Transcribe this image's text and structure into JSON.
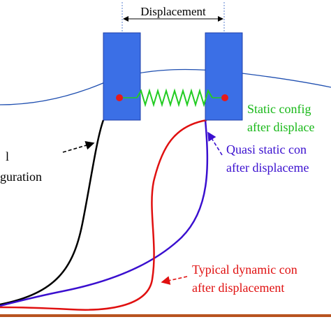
{
  "labels": {
    "displacement": "Displacement",
    "initial_line1": "l",
    "initial_line2": "guration",
    "static_line1": "Static config",
    "static_line2": "after displace",
    "quasi_line1": "Quasi static con",
    "quasi_line2": "after displaceme",
    "dynamic_line1": "Typical dynamic con",
    "dynamic_line2": "after displacement"
  },
  "colors": {
    "block": "#3b6fe6",
    "block_edge": "#1f3fa8",
    "spring": "#22cc22",
    "wave": "#1f4fb0",
    "initial_curve": "#000000",
    "quasi_static_curve": "#3a0fcf",
    "dynamic_curve": "#e01010",
    "static_text": "#18b818",
    "quasi_static_text": "#3a0fcf",
    "dynamic_text": "#e01010",
    "ground": "#b8531f",
    "node": "#e61a1a"
  }
}
